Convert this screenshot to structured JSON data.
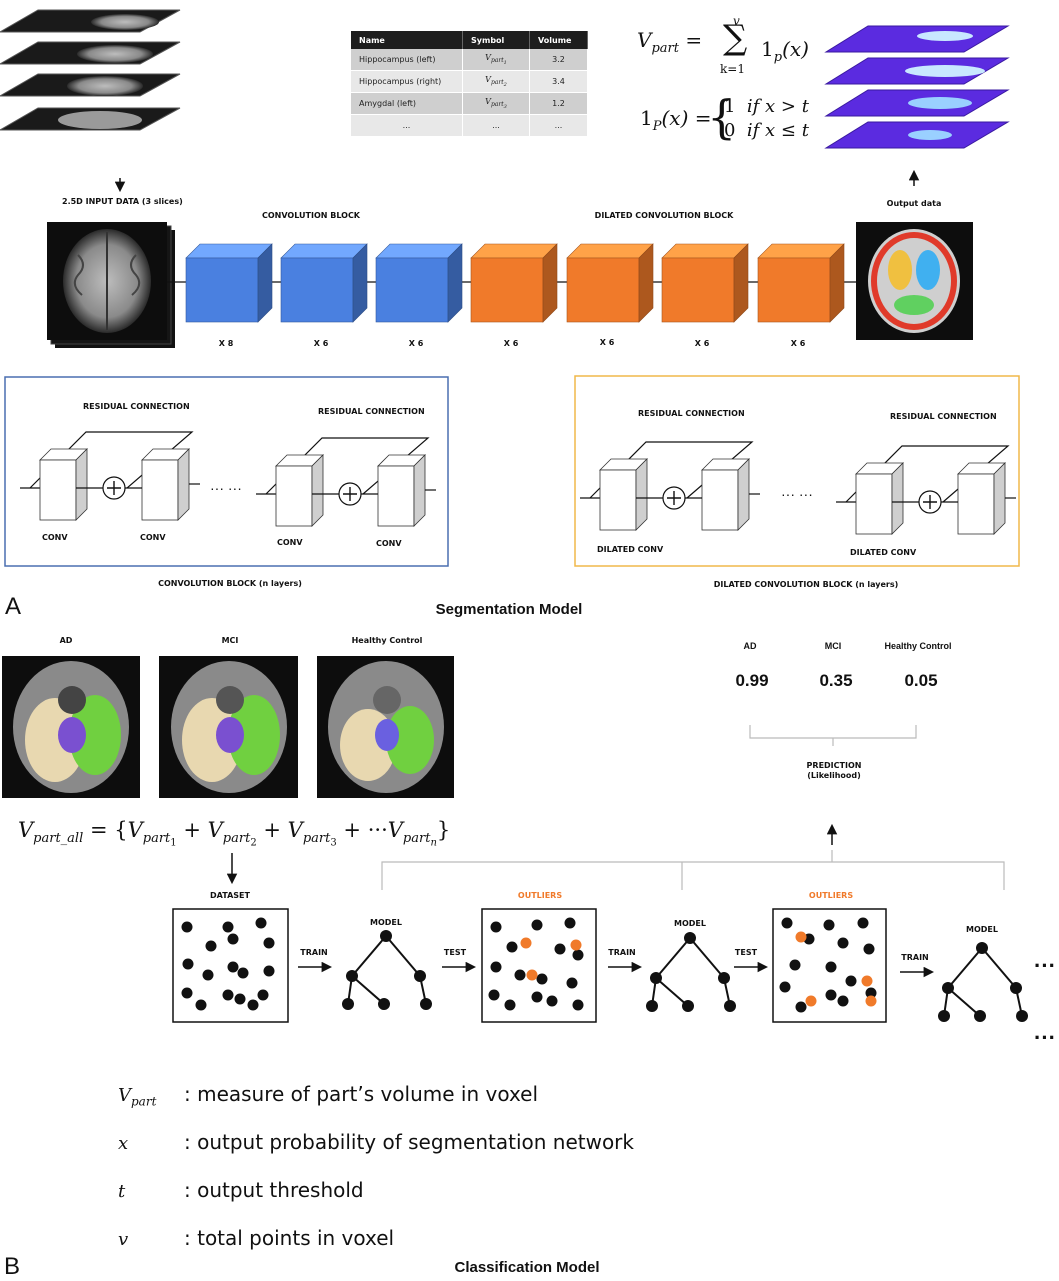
{
  "colors": {
    "conv_block": "#4a80e0",
    "dilated_block": "#f07a2a",
    "conv_frame": "#4a6fb0",
    "dilated_frame": "#f0b84a",
    "outlier": "#f07a2a",
    "segmentation_output": "#5b2be0"
  },
  "segmentation": {
    "input_label": "2.5D INPUT DATA (3 slices)",
    "output_label": "Output data",
    "conv_block_title": "CONVOLUTION BLOCK",
    "dilated_block_title": "DILATED CONVOLUTION BLOCK",
    "multipliers": [
      "X 8",
      "X 6",
      "X 6",
      "X 6",
      "X 6",
      "X 6",
      "X 6"
    ],
    "table": {
      "headers": [
        "Name",
        "Symbol",
        "Volume"
      ],
      "rows": [
        {
          "name": "Hippocampus (left)",
          "symbol_base": "V",
          "symbol_sub": "part",
          "symbol_idx": "1",
          "volume": "3.2"
        },
        {
          "name": "Hippocampus (right)",
          "symbol_base": "V",
          "symbol_sub": "part",
          "symbol_idx": "2",
          "volume": "3.4"
        },
        {
          "name": "Amygdal (left)",
          "symbol_base": "V",
          "symbol_sub": "part",
          "symbol_idx": "3",
          "volume": "1.2"
        },
        {
          "name": "...",
          "symbol_base": "...",
          "symbol_sub": "",
          "symbol_idx": "",
          "volume": "..."
        }
      ]
    },
    "formula_sum": {
      "lhs": "V",
      "lhs_sub": "part",
      "eq": "=",
      "top": "v",
      "bottom": "k=1",
      "term": "1",
      "term_sub": "p",
      "arg": "(x)"
    },
    "formula_ind": {
      "lhs": "1",
      "lhs_sub": "P",
      "arg": "(x) =",
      "case1_val": "1",
      "case1_cond": "if x > t",
      "case2_val": "0",
      "case2_cond": "if x ≤ t"
    },
    "conv_detail": {
      "residual_label": "RESIDUAL CONNECTION",
      "conv_label": "CONV",
      "ellipsis": "··· ···",
      "caption": "CONVOLUTION BLOCK (n layers)"
    },
    "dilated_detail": {
      "residual_label": "RESIDUAL CONNECTION",
      "conv_label": "DILATED CONV",
      "ellipsis": "··· ···",
      "caption": "DILATED CONVOLUTION BLOCK (n layers)"
    },
    "panel_letter": "A",
    "panel_title": "Segmentation Model"
  },
  "classification": {
    "groups": [
      "AD",
      "MCI",
      "Healthy Control"
    ],
    "prediction": {
      "labels": [
        "AD",
        "MCI",
        "Healthy Control"
      ],
      "values": [
        "0.99",
        "0.35",
        "0.05"
      ],
      "title": "PREDICTION",
      "subtitle": "(Likelihood)"
    },
    "formula_all": {
      "lhs": "V",
      "lhs_sub": "part_all",
      "eq": "= {",
      "terms": [
        "1",
        "2",
        "3"
      ],
      "last": "n",
      "plus": "+",
      "dots": "···",
      "close": "}"
    },
    "dataset_label": "DATASET",
    "train_label": "TRAIN",
    "test_label": "TEST",
    "model_label": "MODEL",
    "outliers_label": "OUTLIERS",
    "continuation": "···",
    "legend": [
      {
        "symbol": "V",
        "symbol_sub": "part",
        "text": ": measure of part’s volume in voxel"
      },
      {
        "symbol": "x",
        "symbol_sub": "",
        "text": ": output probability of segmentation network"
      },
      {
        "symbol": "t",
        "symbol_sub": "",
        "text": ": output threshold"
      },
      {
        "symbol": "v",
        "symbol_sub": "",
        "text": ": total points in voxel"
      }
    ],
    "panel_letter": "B",
    "panel_title": "Classification Model"
  }
}
